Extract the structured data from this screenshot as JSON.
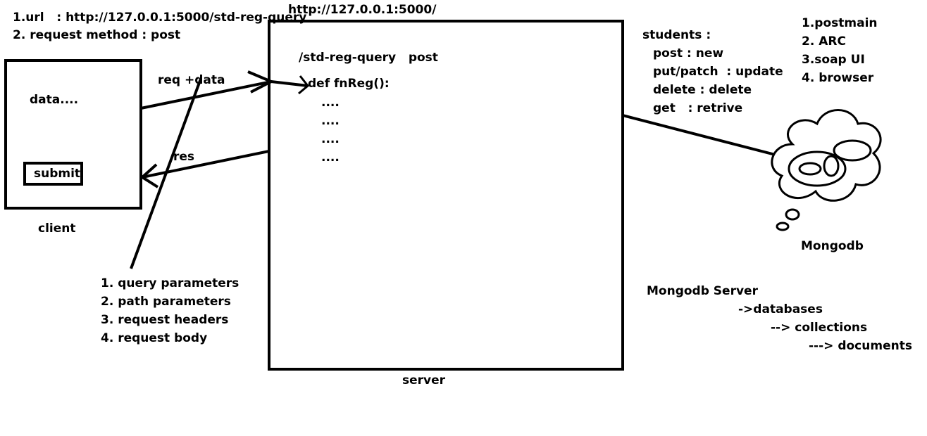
{
  "header": {
    "url_line": "1.url   : http://127.0.0.1:5000/std-reg-query",
    "method_line": "2. request method : post"
  },
  "server_url": "http://127.0.0.1:5000/",
  "client": {
    "data_text": "data....",
    "submit_label": "submit",
    "label": "client"
  },
  "arrows": {
    "request_label": "req +data",
    "response_label": "res"
  },
  "server": {
    "route_text": "/std-reg-query   post",
    "def_text": "def fnReg():",
    "body_lines": [
      "....",
      "....",
      "....",
      "...."
    ],
    "label": "server"
  },
  "param_types": [
    "1. query parameters",
    "2. path parameters",
    "3. request headers",
    "4. request body"
  ],
  "http_methods": {
    "heading": "students :",
    "items": [
      "post : new",
      "put/patch  : update",
      "delete : delete",
      "get   : retrive"
    ]
  },
  "tools": [
    "1.postmain",
    "2. ARC",
    "3.soap UI",
    "4. browser"
  ],
  "mongodb": {
    "label": "Mongodb",
    "server_heading": "Mongodb Server",
    "hierarchy": [
      "->databases",
      "--> collections",
      "---> documents"
    ]
  }
}
